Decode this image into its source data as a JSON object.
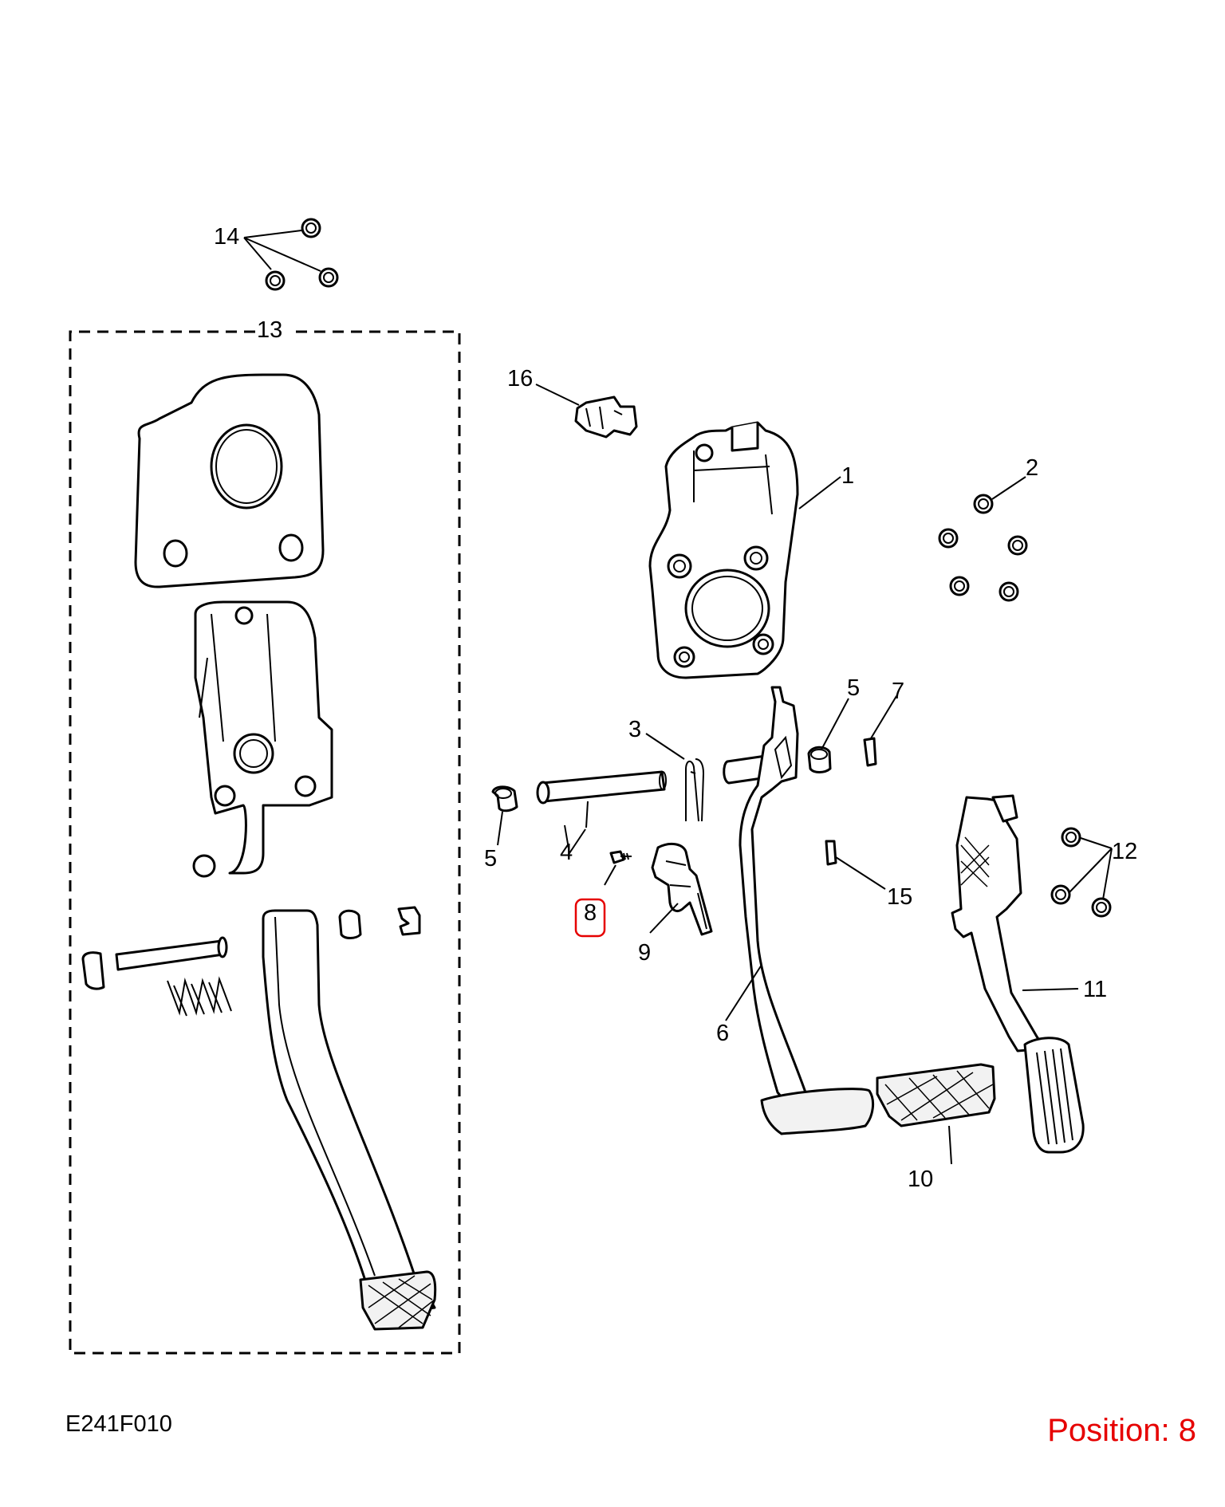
{
  "diagram": {
    "code": "E241F010",
    "position_text": "Position: 8",
    "highlight_color": "#e60000",
    "highlighted_callout": "8"
  },
  "callouts": {
    "c1": "1",
    "c2": "2",
    "c3": "3",
    "c4": "4",
    "c5a": "5",
    "c5b": "5",
    "c6": "6",
    "c7": "7",
    "c8": "8",
    "c9": "9",
    "c10": "10",
    "c11": "11",
    "c12": "12",
    "c13": "13",
    "c14": "14",
    "c15": "15",
    "c16": "16"
  }
}
